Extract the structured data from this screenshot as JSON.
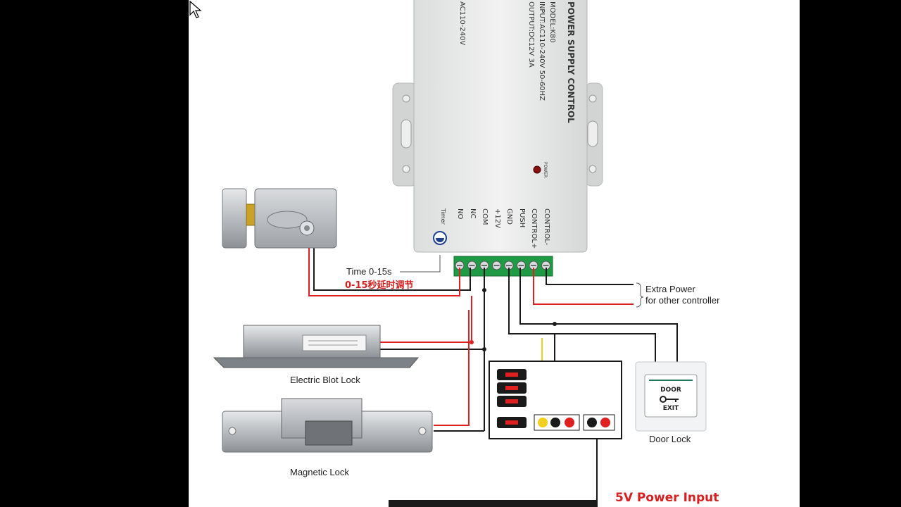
{
  "psu": {
    "title": "POWER SUPPLY CONTROL",
    "model": "MODEL:K80",
    "input": "INPUT:AC110-240V 50-60HZ",
    "output": "OUTPUT:DC12V 3A",
    "side": "AC110-240V",
    "power_led": "POWER",
    "timer": "Timer",
    "terminals": [
      "NO",
      "NC",
      "COM",
      "+12V",
      "GND",
      "PUSH",
      "CONTROL+",
      "CONTROL-"
    ]
  },
  "labels": {
    "time_en": "Time 0-15s",
    "time_cn": "0-15秒延时调节",
    "extra_power_1": "Extra Power",
    "extra_power_2": "for other controller",
    "electric_bolt_lock": "Electric Blot Lock",
    "magnetic_lock": "Magnetic Lock",
    "door_lock": "Door Lock",
    "power_input_5v": "5V Power Input"
  },
  "exit_button": {
    "line1": "DOOR",
    "line2": "EXIT"
  },
  "colors": {
    "wire_red": "#e02020",
    "wire_black": "#1a1a1a",
    "wire_yellow": "#f0d020",
    "terminal_green": "#1f9a45",
    "caption_red": "#d61f1f"
  }
}
